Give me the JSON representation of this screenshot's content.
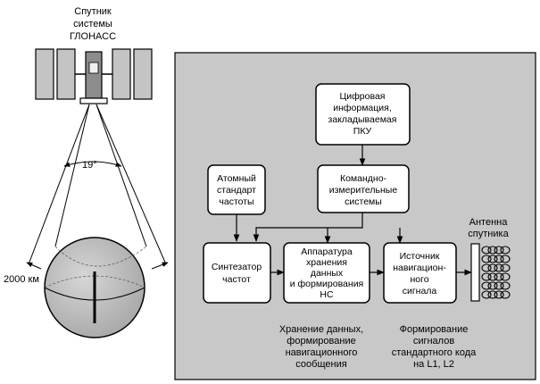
{
  "satellite": {
    "title": [
      "Спутник",
      "системы",
      "ГЛОНАСС"
    ],
    "angle_label": "19°",
    "distance_label": "2000 км"
  },
  "blocks": {
    "digital_info": [
      "Цифровая",
      "информация,",
      "закладываемая",
      "ПКУ"
    ],
    "atomic_std": [
      "Атомный",
      "стандарт",
      "частоты"
    ],
    "command": [
      "Командно-",
      "измерительные",
      "системы"
    ],
    "synth": [
      "Синтезатор",
      "частот"
    ],
    "storage": [
      "Аппаратура",
      "хранения",
      "данных",
      "и формирования",
      "НС"
    ],
    "source": [
      "Источник",
      "навигацион-",
      "ного",
      "сигнала"
    ]
  },
  "antenna_label": [
    "Антенна",
    "спутника"
  ],
  "captions": {
    "storage": [
      "Хранение данных,",
      "формирование",
      "навигационного",
      "сообщения"
    ],
    "source": [
      "Формирование",
      "сигналов",
      "стандартного кода",
      "на L1, L2"
    ]
  },
  "colors": {
    "panel_fill": "#c8c8c8",
    "box_fill": "#ffffff",
    "satellite_panel": "#c4c4c4",
    "satellite_body": "#8c8c8c",
    "stroke": "#000000"
  }
}
